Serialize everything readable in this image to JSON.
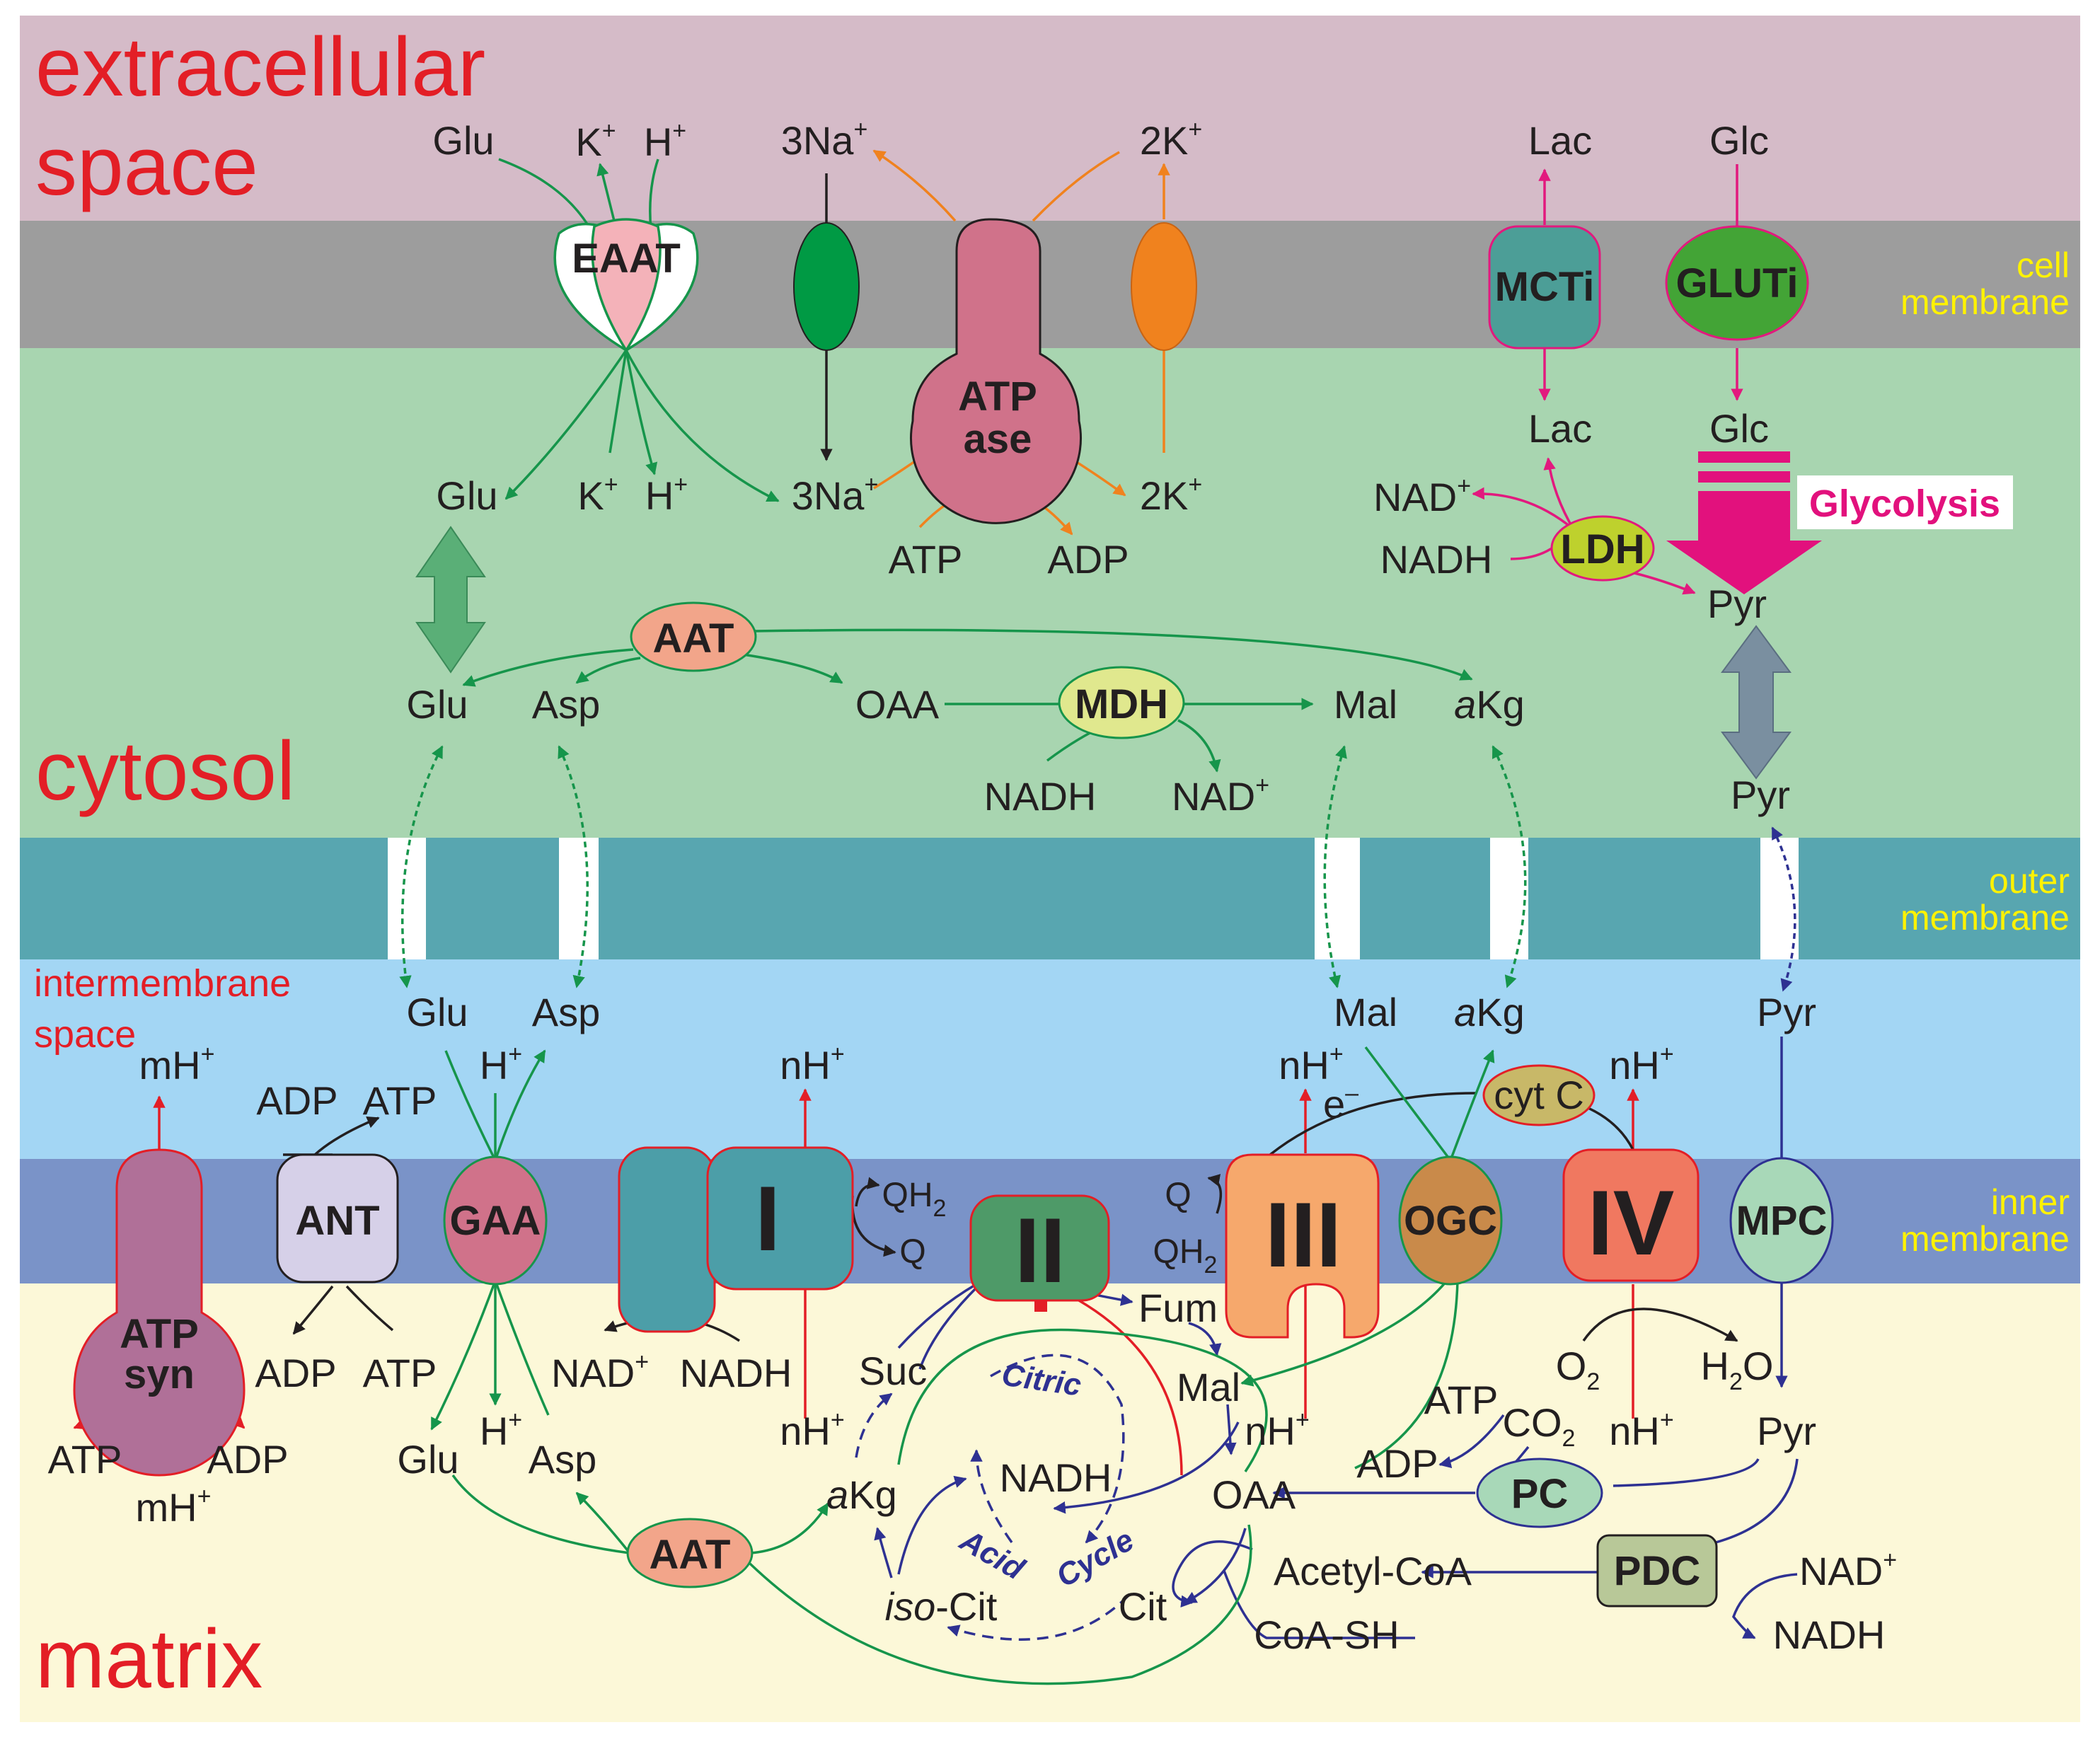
{
  "regions": {
    "extracellular_line1": "extracellular",
    "extracellular_line2": "space",
    "cytosol": "cytosol",
    "intermembrane_line1": "intermembrane",
    "intermembrane_line2": "space",
    "matrix": "matrix"
  },
  "membranes": {
    "cell_line1": "cell",
    "cell_line2": "membrane",
    "outer_line1": "outer",
    "outer_line2": "membrane",
    "inner_line1": "inner",
    "inner_line2": "membrane"
  },
  "colors": {
    "extracellular": "#d5bbc8",
    "cell_membrane": "#9d9d9d",
    "cytosol": "#a8d5b0",
    "outer_membrane": "#58a6b0",
    "intermembrane": "#a3d6f4",
    "inner_membrane": "#7a93c8",
    "matrix": "#fcf8d8",
    "green_arrow": "#16954b",
    "orange_arrow": "#f0821e",
    "magenta_arrow": "#e2197e",
    "navy_arrow": "#2e3192",
    "red_arrow": "#e31e26"
  },
  "enzymes": {
    "eaat": "EAAT",
    "atpase_line1": "ATP",
    "atpase_line2": "ase",
    "mcti": "MCTi",
    "gluti": "GLUTi",
    "ldh": "LDH",
    "aat_cyto": "AAT",
    "mdh": "MDH",
    "atpsyn_line1": "ATP",
    "atpsyn_line2": "syn",
    "ant": "ANT",
    "gaa": "GAA",
    "complex1": "I",
    "complex2": "II",
    "complex3": "III",
    "ogc": "OGC",
    "complex4": "IV",
    "mpc": "MPC",
    "cytc": "cyt C",
    "pc": "PC",
    "pdc": "PDC",
    "aat_matrix": "AAT",
    "glycolysis": "Glycolysis"
  },
  "cycle_text": {
    "w1": "Citric",
    "w2": "Acid",
    "w3": "Cycle"
  },
  "molecules": {
    "glu": "Glu",
    "asp": "Asp",
    "k": "K",
    "h": "H",
    "na": "3Na",
    "k2": "2K",
    "atp": "ATP",
    "adp": "ADP",
    "lac": "Lac",
    "glc": "Glc",
    "nad": "NAD",
    "nadh": "NADH",
    "pyr": "Pyr",
    "oaa": "OAA",
    "mal": "Mal",
    "akg_a": "a",
    "akg_kg": "Kg",
    "mh": "mH",
    "nh": "nH",
    "e": "e",
    "qh": "QH",
    "q": "Q",
    "fum": "Fum",
    "suc": "Suc",
    "iso": "iso",
    "cit_suffix": "-Cit",
    "cit": "Cit",
    "o": "O",
    "h2o_h": "H",
    "h2o_o": "O",
    "co": "CO",
    "acetyl": "Acetyl-CoA",
    "coash": "CoA-SH",
    "plus": "+",
    "minus": "–",
    "two": "2"
  }
}
